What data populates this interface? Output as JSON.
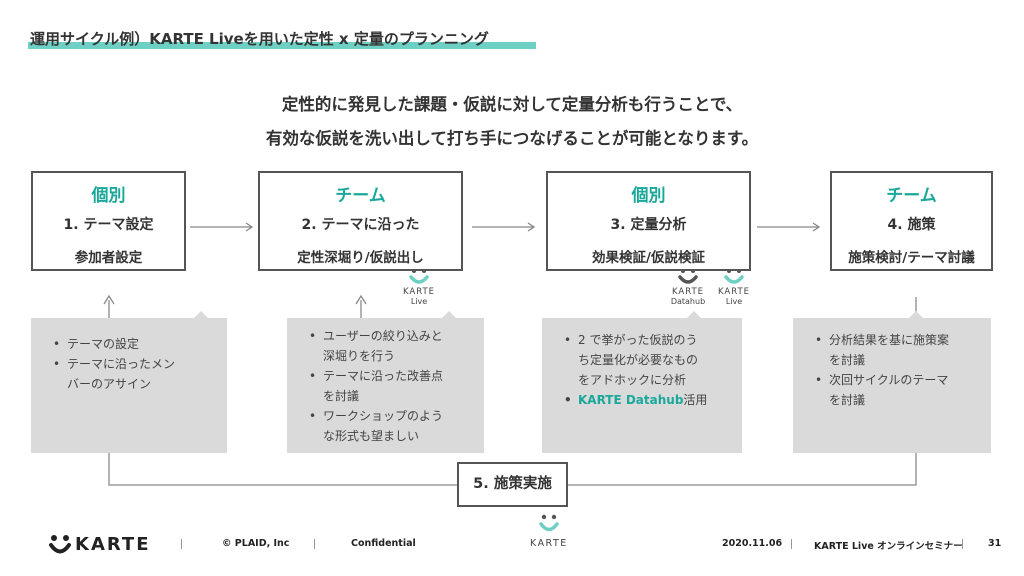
{
  "title": "運用サイクル例）KARTE Liveを用いた定性 x 定量のプランニング",
  "lead": {
    "line1": "定性的に発見した課題・仮説に対して定量分析も行うことで、",
    "line2": "有効な仮説を洗い出して打ち手につなげることが可能となります。"
  },
  "steps": [
    {
      "category": "個別",
      "heading": "1. テーマ設定",
      "sub": "参加者設定"
    },
    {
      "category": "チーム",
      "heading": "2. テーマに沿った",
      "sub": "定性深堀り/仮説出し"
    },
    {
      "category": "個別",
      "heading": "3. 定量分析",
      "sub": "効果検証/仮説検証"
    },
    {
      "category": "チーム",
      "heading": "4. 施策",
      "sub": "施策検討/テーマ討議"
    }
  ],
  "notes": [
    {
      "items": [
        "テーマの設定",
        "テーマに沿ったメン",
        "バーのアサイン"
      ]
    },
    {
      "items": [
        "ユーザーの絞り込みと",
        "深堀りを行う",
        "テーマに沿った改善点",
        "を討議",
        "ワークショップのよう",
        "な形式も望ましい"
      ]
    },
    {
      "items": [
        "2 で挙がった仮説のう",
        "ち定量化が必要なもの",
        "をアドホックに分析"
      ],
      "accent": "KARTE Datahub",
      "accent_suffix": "活用"
    },
    {
      "items": [
        "分析結果を基に施策案",
        "を討議",
        "次回サイクルのテーマ",
        "を討議"
      ]
    }
  ],
  "execution": "5. 施策実施",
  "badges": {
    "karte_live": {
      "name": "KARTE",
      "sub": "Live"
    },
    "karte_datahub": {
      "name": "KARTE",
      "sub": "Datahub"
    },
    "karte_center": {
      "name": "KARTE"
    }
  },
  "footer": {
    "logo": "KARTE",
    "copyright": "© PLAID, Inc",
    "confidential": "Confidential",
    "date": "2020.11.06",
    "event": "KARTE Live オンラインセミナー",
    "page": "31"
  },
  "colors": {
    "accent": "#1aa89a",
    "underline": "#6ed0c4",
    "note_bg": "#dadada",
    "border": "#555555"
  },
  "icons": [
    "karte-smile-icon",
    "arrow-right-icon",
    "arrow-up-icon"
  ]
}
